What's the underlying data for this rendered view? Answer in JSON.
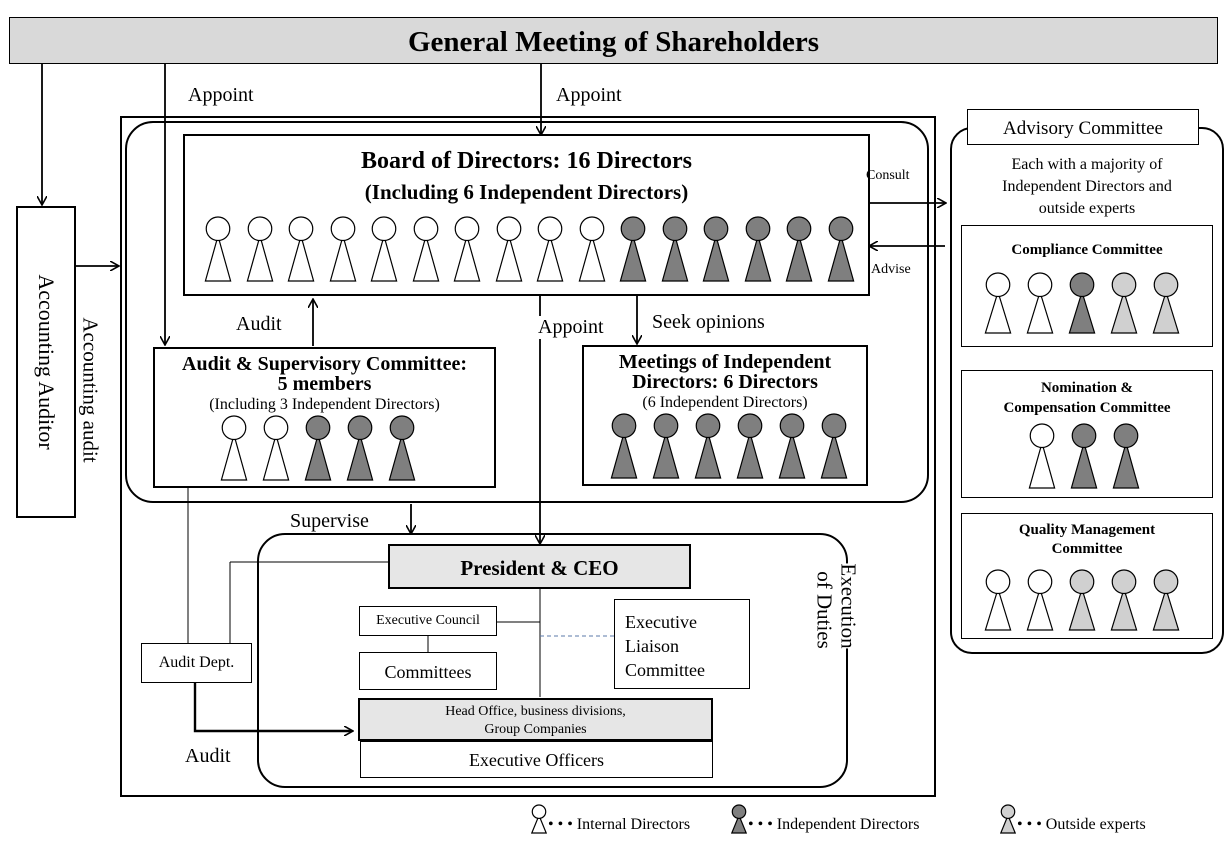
{
  "general_meeting": "General Meeting of Shareholders",
  "labels": {
    "appoint_left": "Appoint",
    "appoint_top": "Appoint",
    "appoint_mid": "Appoint",
    "audit_up": "Audit",
    "audit_bottom": "Audit",
    "seek_opinions": "Seek opinions",
    "supervise": "Supervise",
    "consult": "Consult",
    "advise": "Advise",
    "accounting_audit": "Accounting audit"
  },
  "accounting_auditor": "Accounting Auditor",
  "board": {
    "title": "Board of Directors: 16 Directors",
    "subtitle": "(Including 6 Independent Directors)",
    "members": [
      "internal",
      "internal",
      "internal",
      "internal",
      "internal",
      "internal",
      "internal",
      "internal",
      "internal",
      "internal",
      "independent",
      "independent",
      "independent",
      "independent",
      "independent",
      "independent"
    ]
  },
  "audit_committee": {
    "title_line1": "Audit & Supervisory Committee:",
    "title_line2": "5 members",
    "subtitle": "(Including 3 Independent Directors)",
    "members": [
      "internal",
      "internal",
      "independent",
      "independent",
      "independent"
    ]
  },
  "independent_meetings": {
    "title_line1": "Meetings of Independent",
    "title_line2": "Directors: 6 Directors",
    "subtitle": "(6 Independent Directors)",
    "members": [
      "independent",
      "independent",
      "independent",
      "independent",
      "independent",
      "independent"
    ]
  },
  "advisory": {
    "title": "Advisory Committee",
    "desc_line1": "Each with a majority of",
    "desc_line2": "Independent Directors and",
    "desc_line3": "outside experts",
    "committees": [
      {
        "name_line1": "Compliance Committee",
        "name_line2": "",
        "members": [
          "internal",
          "internal",
          "independent",
          "outside",
          "outside"
        ]
      },
      {
        "name_line1": "Nomination &",
        "name_line2": "Compensation Committee",
        "members": [
          "internal",
          "independent",
          "independent"
        ]
      },
      {
        "name_line1": "Quality Management",
        "name_line2": "Committee",
        "members": [
          "internal",
          "internal",
          "outside",
          "outside",
          "outside"
        ]
      }
    ]
  },
  "execution": {
    "president": "President & CEO",
    "executive_council": "Executive Council",
    "committees": "Committees",
    "liaison_line1": "Executive",
    "liaison_line2": "Liaison",
    "liaison_line3": "Committee",
    "head_office_line1": "Head Office, business divisions,",
    "head_office_line2": "Group Companies",
    "executive_officers": "Executive Officers",
    "side_label_line1": "Execution",
    "side_label_line2": "of Duties"
  },
  "audit_dept": "Audit Dept.",
  "legend": [
    {
      "type": "internal",
      "label": "• • • Internal Directors"
    },
    {
      "type": "independent",
      "label": "• • • Independent Directors"
    },
    {
      "type": "outside",
      "label": "• • • Outside experts"
    }
  ],
  "colors": {
    "internal": "#ffffff",
    "independent": "#7f7f7f",
    "outside": "#d0d0d0",
    "header_fill": "#d9d9d9",
    "president_fill": "#e6e6e6"
  }
}
